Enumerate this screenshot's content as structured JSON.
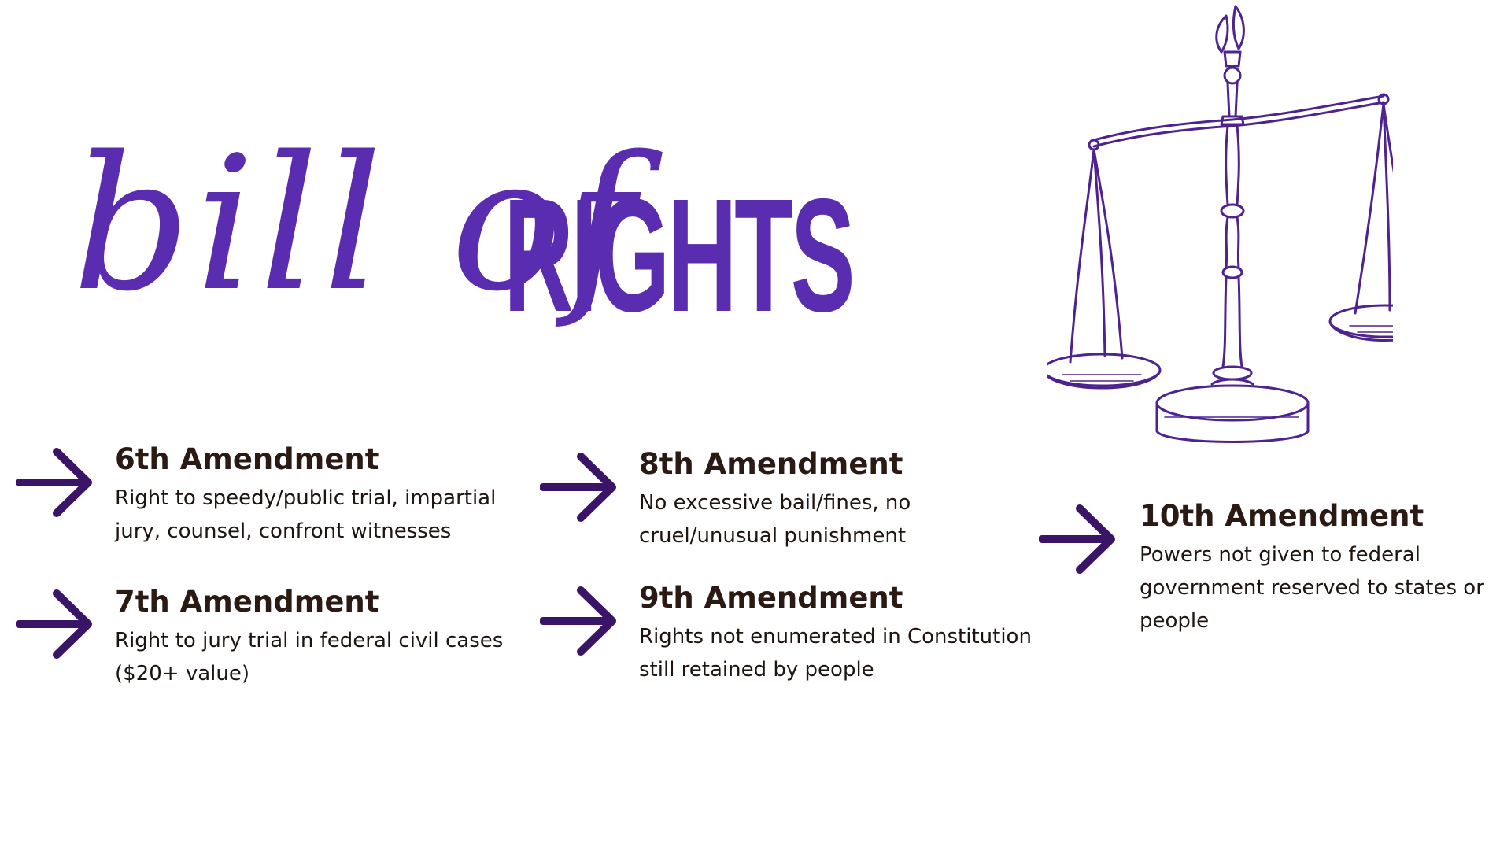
{
  "colors": {
    "title": "#5a2cb0",
    "arrow": "#3a1466",
    "heading": "#2b1a14",
    "body": "#1e1410",
    "illustration": "#4e2390"
  },
  "title": {
    "script": "bill of",
    "block": "RIGHTS"
  },
  "illustration": {
    "icon": "scales-of-justice-icon"
  },
  "amendments": [
    {
      "heading": "6th Amendment",
      "text": "Right to speedy/public trial, impartial jury, counsel, confront witnesses",
      "icon": "arrow-right-icon"
    },
    {
      "heading": "7th Amendment",
      "text": "Right to jury trial in federal civil cases ($20+ value)",
      "icon": "arrow-right-icon"
    },
    {
      "heading": "8th Amendment",
      "text": "No excessive bail/fines, no cruel/unusual punishment",
      "icon": "arrow-right-icon"
    },
    {
      "heading": "9th Amendment",
      "text": "Rights not enumerated in Constitution still retained by people",
      "icon": "arrow-right-icon"
    },
    {
      "heading": "10th Amendment",
      "text": "Powers not given to federal government reserved to states or people",
      "icon": "arrow-right-icon"
    }
  ]
}
